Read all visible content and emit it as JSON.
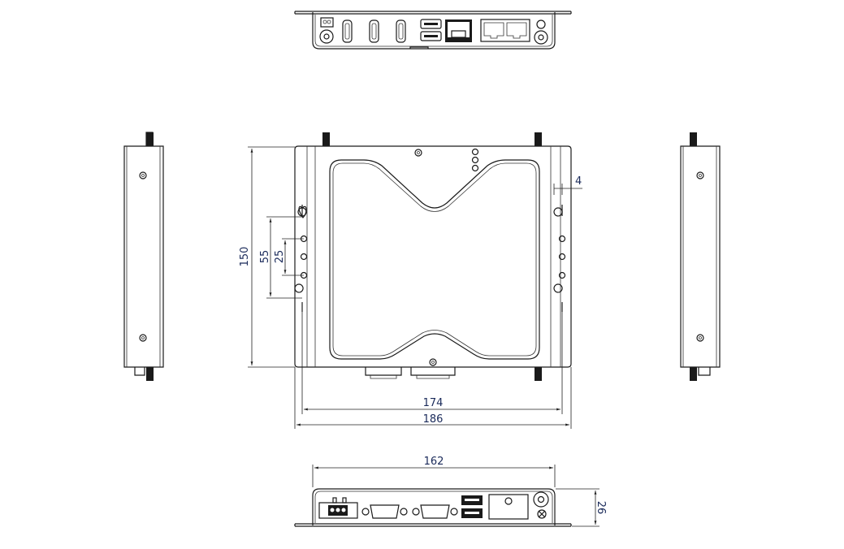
{
  "title": "Embedded box PC mechanical dimension drawing",
  "units": "mm",
  "dimensions": {
    "height": "150",
    "keyhole_spacing": "55",
    "hole_spacing": "25",
    "edge_offset": "4",
    "mount_width": "174",
    "overall_width": "186",
    "body_width": "162",
    "thickness": "26"
  },
  "views": [
    "top-panel",
    "front-plan",
    "left-side",
    "right-side",
    "bottom-panel"
  ],
  "colors": {
    "line": "#1a1a1a",
    "dimension_text": "#1a2a5a"
  }
}
